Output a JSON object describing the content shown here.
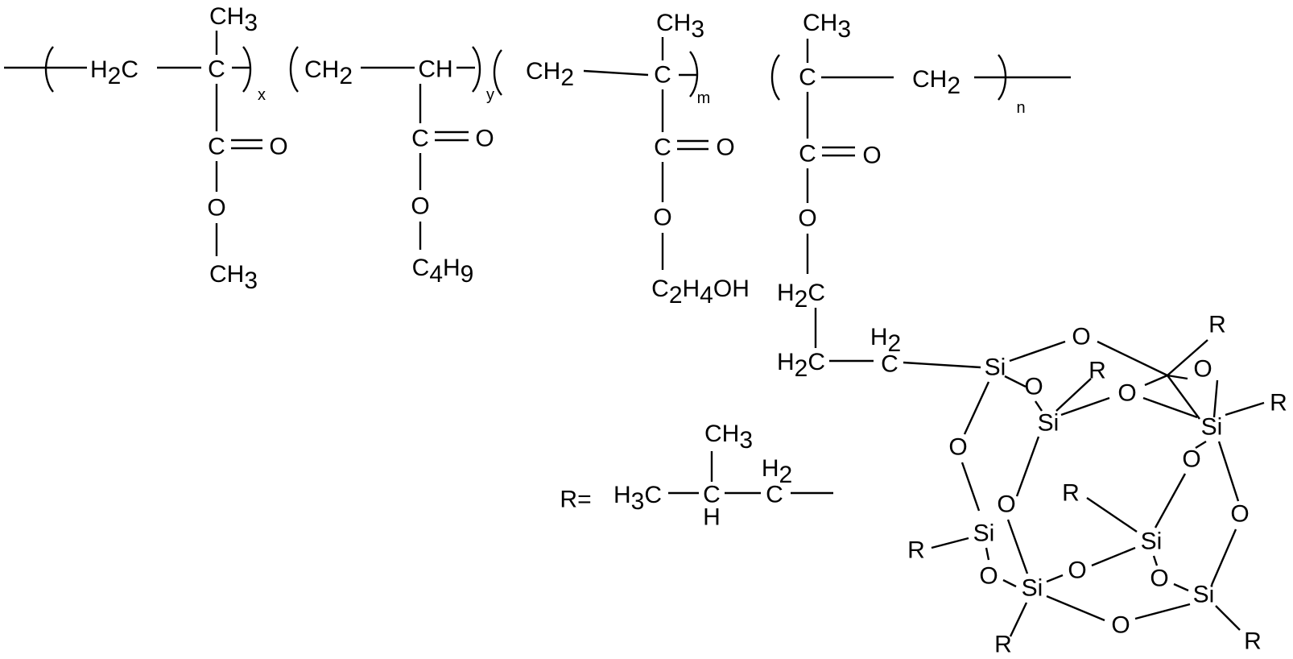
{
  "atoms": {
    "ch3": [
      "CH",
      "3"
    ],
    "h2c": [
      "H",
      "2",
      "C"
    ],
    "ch2": [
      "CH",
      "2"
    ],
    "c": "C",
    "ch": "CH",
    "h": "H",
    "o": "O",
    "si": "Si",
    "r": "R",
    "h2": [
      "H",
      "2"
    ],
    "h3c": [
      "H",
      "3",
      "C"
    ],
    "c4h9": [
      "C",
      "4",
      "H",
      "9"
    ],
    "c2h4oh": [
      "C",
      "2",
      "H",
      "4",
      "OH"
    ]
  },
  "repeat_indices": {
    "x": "x",
    "y": "y",
    "m": "m",
    "n": "n"
  },
  "definition_label": "R="
}
